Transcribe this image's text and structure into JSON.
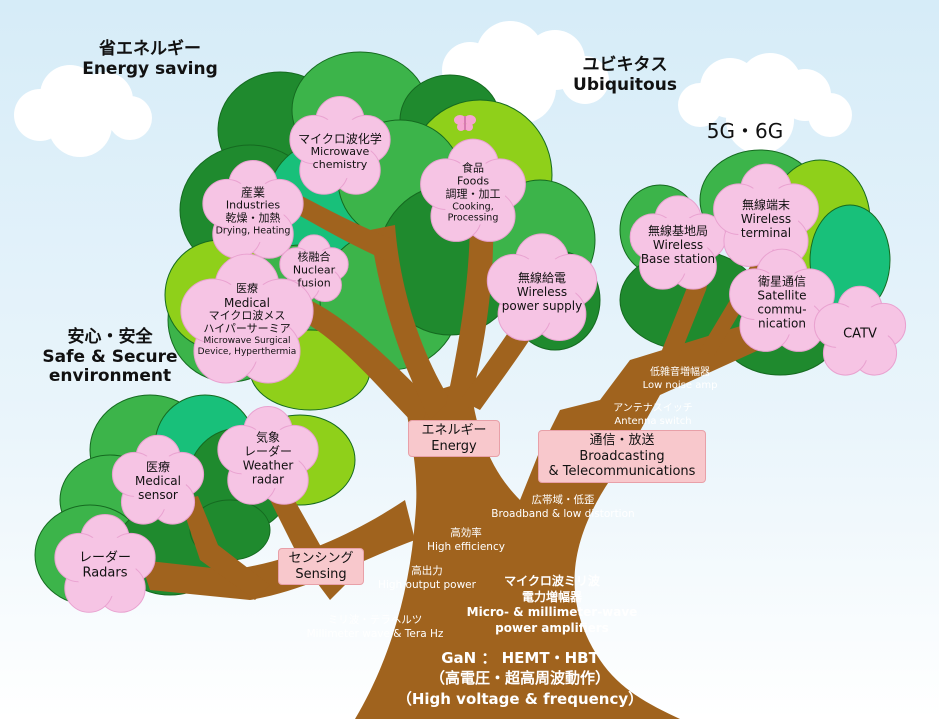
{
  "theme": {
    "sky": "#d6ecf8",
    "trunk": "#a0631e",
    "petal": "#f6c4e4",
    "petal_edge": "#e9a2d0",
    "tag_fill": "#f8c8cc",
    "leaf_dark": "#1f8a2e",
    "leaf_mid": "#3cb44a",
    "leaf_light": "#8fd01a",
    "leaf_teal": "#18c07a"
  },
  "headings": {
    "energy_saving": {
      "ja": "省エネルギー",
      "en": "Energy saving"
    },
    "ubiquitous": {
      "ja": "ユビキタス",
      "en": "Ubiquitous"
    },
    "safe_secure": {
      "ja": "安心・安全",
      "en1": "Safe & Secure",
      "en2": "environment"
    },
    "five_g": "5G・6G"
  },
  "flowers": {
    "microwave_chemistry": {
      "l1": "マイクロ波化学",
      "l2": "Microwave",
      "l3": "chemistry"
    },
    "industries": {
      "l1": "産業",
      "l2": "Industries",
      "l3": "乾燥・加熱",
      "l4": "Drying, Heating"
    },
    "foods": {
      "l1": "食品",
      "l2": "Foods",
      "l3": "調理・加工",
      "l4": "Cooking,",
      "l5": "Processing"
    },
    "nuclear_fusion": {
      "l1": "核融合",
      "l2": "Nuclear",
      "l3": "fusion"
    },
    "medical": {
      "l1": "医療",
      "l2": "Medical",
      "l3": "マイクロ波メス",
      "l4": "ハイパーサーミア",
      "l5": "Microwave Surgical",
      "l6": "Device, Hyperthermia"
    },
    "wireless_power": {
      "l1": "無線給電",
      "l2": "Wireless",
      "l3": "power  supply"
    },
    "base_station": {
      "l1": "無線基地局",
      "l2": "Wireless",
      "l3": "Base station"
    },
    "wireless_terminal": {
      "l1": "無線端末",
      "l2": "Wireless",
      "l3": "terminal"
    },
    "satellite": {
      "l1": "衛星通信",
      "l2": "Satellite",
      "l3": "commu-",
      "l4": "nication"
    },
    "catv": {
      "l1": "CATV"
    },
    "weather_radar": {
      "l1": "気象",
      "l2": "レーダー",
      "l3": "Weather",
      "l4": "radar"
    },
    "medical_sensor": {
      "l1": "医療",
      "l2": "Medical",
      "l3": "sensor"
    },
    "radars": {
      "l1": "レーダー",
      "l2": "Radars"
    }
  },
  "tags": {
    "energy": {
      "ja": "エネルギー",
      "en": "Energy"
    },
    "broadcasting": {
      "ja": "通信・放送",
      "en1": "Broadcasting",
      "en2": "& Telecommunications"
    },
    "sensing": {
      "ja": "センシング",
      "en": "Sensing"
    }
  },
  "trunk_text": {
    "low_noise": {
      "ja": "低雑音増幅器",
      "en": "Low noise amp"
    },
    "antenna_switch": {
      "ja": "アンテナスイッチ",
      "en": "Antenna switch"
    },
    "broadband": {
      "ja": "広帯域・低歪",
      "en": "Broadband & low distortion"
    },
    "high_efficiency": {
      "ja": "高効率",
      "en": "High efficiency"
    },
    "high_output": {
      "ja": "高出力",
      "en": "High output power"
    },
    "mm_wave": {
      "ja": "ミリ波・テラヘルツ",
      "en": "Millimeter wave & Tera Hz"
    },
    "amplifiers": {
      "ja1": "マイクロ波ミリ波",
      "ja2": "電力増幅器",
      "en1": "Micro- & millimeter-wave",
      "en2": "power amplifiers"
    },
    "gan": {
      "l1": "GaN ： HEMT・HBT",
      "l2": "（高電圧・超高周波動作）",
      "l3": "（High voltage & frequency）"
    }
  }
}
